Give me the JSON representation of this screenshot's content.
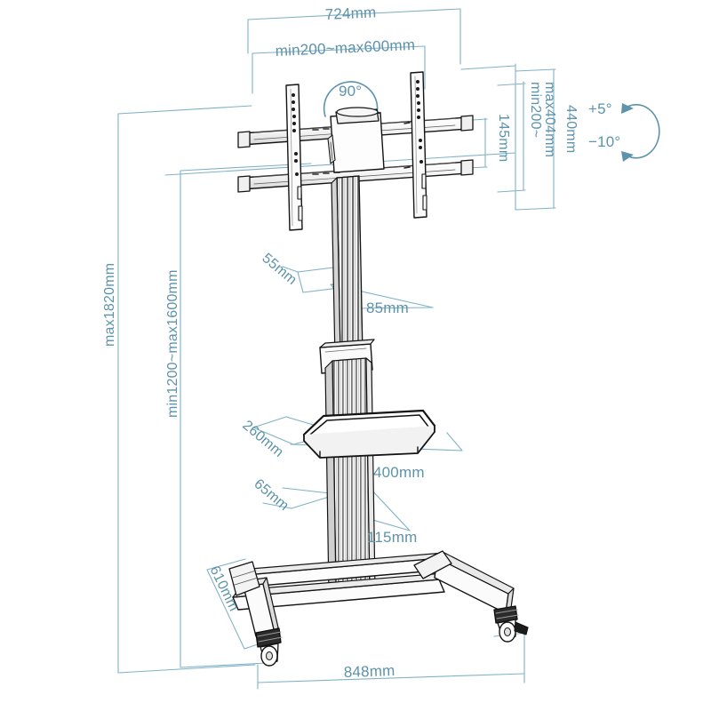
{
  "drawing": {
    "title": "Mobile TV Cart Stand Technical Dimension Drawing",
    "units": "mm",
    "style": {
      "dimension_color": "#6ea8c0",
      "dimension_text_color": "#5d93ab",
      "outline_color": "#1a1a1a",
      "shade_color": "#6f6f6f",
      "background": "#ffffff"
    }
  },
  "dimensions": {
    "top_width": "724mm",
    "mount_width_range": "min200~max600mm",
    "rail_spacing": "145mm",
    "mount_height_range": "min200~\nmax404mm",
    "mount_height_range_line1": "min200~",
    "mount_height_range_line2": "max404mm",
    "bracket_height": "440mm",
    "total_max_height": "max1820mm",
    "column_height_range": "min1200~max1600mm",
    "column_depth": "55mm",
    "column_width": "85mm",
    "shelf_depth": "260mm",
    "shelf_width": "400mm",
    "shelf_bracket_height": "65mm",
    "shelf_bracket_width": "115mm",
    "base_depth": "610mm",
    "base_width": "848mm"
  },
  "angles": {
    "swivel": "90°",
    "tilt_up": "+5°",
    "tilt_down": "−10°"
  },
  "icons": {
    "swivel_arc": "rotation-arc-icon",
    "tilt_arc": "tilt-arc-icon"
  }
}
